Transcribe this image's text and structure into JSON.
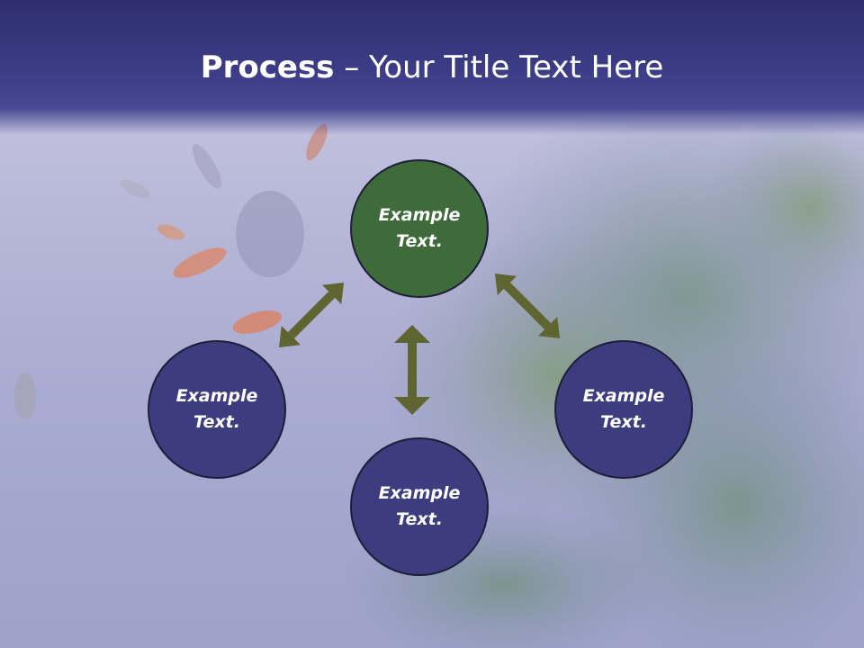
{
  "slide": {
    "title_bold": "Process",
    "title_rest": " – Your Title Text Here"
  },
  "nodes": {
    "top": "Example\nText.",
    "left": "Example\nText.",
    "right": "Example\nText.",
    "bottom": "Example\nText."
  },
  "colors": {
    "header": "#3c3c86",
    "node_purple": "#3c3c7f",
    "node_green": "#3f6b3a",
    "arrow": "#5f6530"
  }
}
